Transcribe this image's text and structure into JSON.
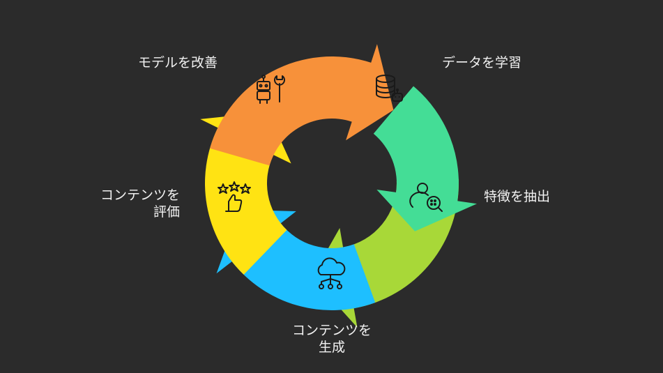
{
  "diagram": {
    "type": "cycle",
    "background": "#2b2b2b",
    "stages": [
      {
        "id": "learn",
        "label_lines": [
          "データを学習"
        ],
        "color": "#44dd96",
        "icon": "database-robot-icon"
      },
      {
        "id": "extract",
        "label_lines": [
          "特徴を抽出"
        ],
        "color": "#a8d838",
        "icon": "user-magnifier-icon"
      },
      {
        "id": "generate",
        "label_lines": [
          "コンテンツを",
          "生成"
        ],
        "color": "#1ebfff",
        "icon": "cloud-network-icon"
      },
      {
        "id": "evaluate",
        "label_lines": [
          "コンテンツを",
          "評価"
        ],
        "color": "#ffe313",
        "icon": "stars-thumbs-up-icon"
      },
      {
        "id": "improve",
        "label_lines": [
          "モデルを改善"
        ],
        "color": "#f7913a",
        "icon": "robot-wrench-icon"
      }
    ]
  }
}
